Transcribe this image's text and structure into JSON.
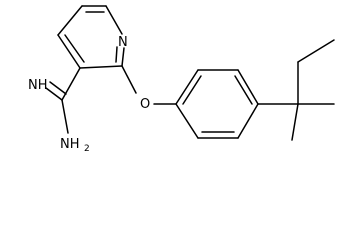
{
  "molecule": {
    "atom_labels": {
      "ring_nitrogen": "N",
      "ether_oxygen": "O",
      "imine_nh": "NH",
      "amine_nh": "NH",
      "amine_subscript": "2"
    }
  }
}
